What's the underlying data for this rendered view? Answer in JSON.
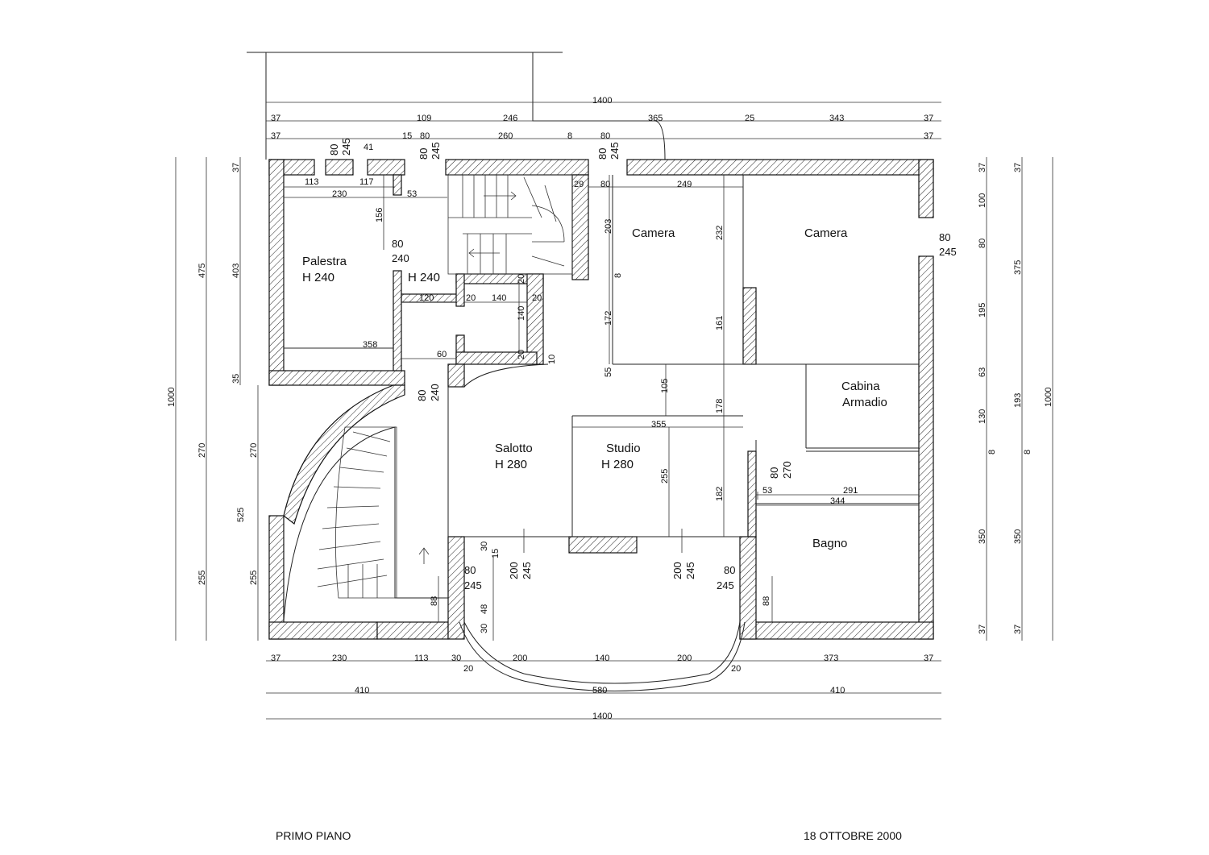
{
  "plan": {
    "floor_label": "PRIMO PIANO",
    "date_label": "18 OTTOBRE 2000",
    "rooms": {
      "palestra": [
        "Palestra",
        "H 240"
      ],
      "disimpegno": [
        "H 240"
      ],
      "camera1": [
        "Camera"
      ],
      "camera2": [
        "Camera"
      ],
      "cabina": [
        "Cabina",
        "Armadio"
      ],
      "salotto": [
        "Salotto",
        "H 280"
      ],
      "studio": [
        "Studio",
        "H 280"
      ],
      "bagno": [
        "Bagno"
      ]
    },
    "dimensions": {
      "top_total": "1400",
      "top_row1": [
        "37",
        "109",
        "246",
        "365",
        "25",
        "343",
        "37"
      ],
      "top_row2": [
        "37",
        "15",
        "80",
        "260",
        "8",
        "80",
        "37"
      ],
      "bottom_row1": [
        "37",
        "230",
        "113",
        "30",
        "20",
        "200",
        "140",
        "200",
        "20",
        "373",
        "37"
      ],
      "bottom_row2": [
        "410",
        "580",
        "410"
      ],
      "bottom_total": "1400",
      "left_total": "1000",
      "left_outer": [
        "475",
        "270",
        "255"
      ],
      "left_inner1": [
        "37",
        "403",
        "35"
      ],
      "left_inner2": [
        "270",
        "525",
        "255"
      ],
      "right_inner1": [
        "37",
        "100",
        "80",
        "195",
        "63",
        "130",
        "8",
        "350",
        "37"
      ],
      "right_inner2": [
        "37",
        "375",
        "193",
        "8",
        "350",
        "37"
      ],
      "right_total": "1000",
      "interior": [
        "113",
        "117",
        "230",
        "53",
        "156",
        "29",
        "80",
        "249",
        "203",
        "232",
        "8",
        "172",
        "161",
        "55",
        "10",
        "105",
        "178",
        "355",
        "255",
        "182",
        "120",
        "20",
        "140",
        "20",
        "60",
        "358",
        "53",
        "291",
        "344",
        "88",
        "88",
        "30",
        "15",
        "30",
        "48"
      ],
      "openings": [
        [
          "80",
          "245"
        ],
        [
          "41"
        ],
        [
          "80",
          "245"
        ],
        [
          "80",
          "245"
        ],
        [
          "80",
          "240"
        ],
        [
          "80",
          "240"
        ],
        [
          "80",
          "245"
        ],
        [
          "80",
          "270"
        ],
        [
          "200",
          "245"
        ],
        [
          "200",
          "245"
        ],
        [
          "80",
          "245"
        ],
        [
          "80",
          "245"
        ]
      ]
    }
  }
}
